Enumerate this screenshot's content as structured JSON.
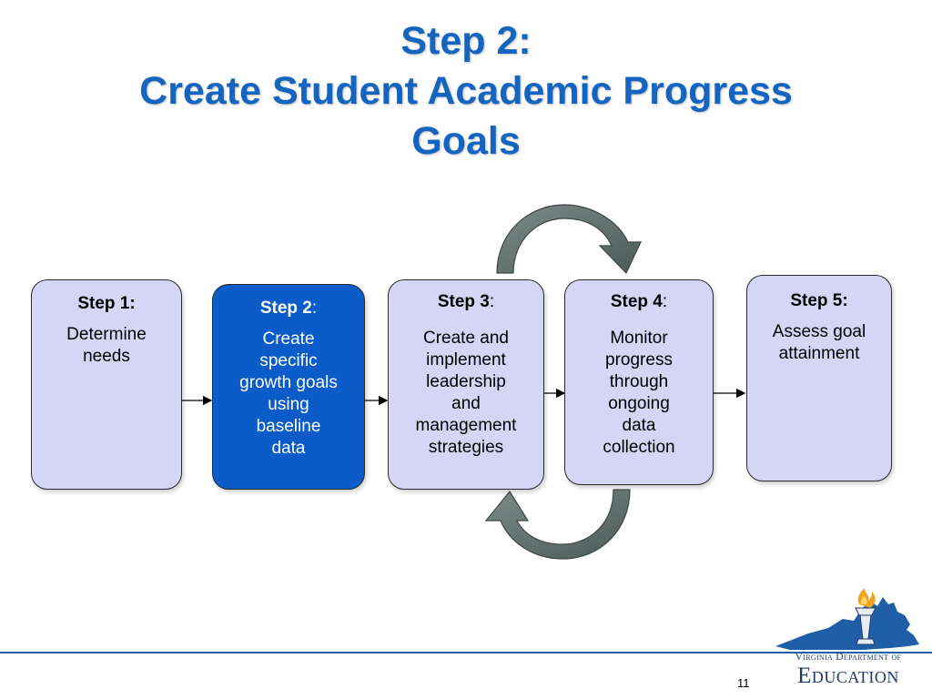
{
  "slide": {
    "title_line1": "Step 2:",
    "title_line2": "Create Student Academic Progress",
    "title_line3": "Goals",
    "page_number": "11"
  },
  "steps": [
    {
      "head": "Step 1:",
      "head_bold": "Step 1",
      "head_rest": ":",
      "text": [
        "Determine",
        "needs"
      ]
    },
    {
      "head_bold": "Step 2",
      "head_rest": ":",
      "text": [
        "Create",
        "specific",
        "growth goals",
        "using",
        "baseline",
        "data"
      ]
    },
    {
      "head_bold": "Step 3",
      "head_rest": ":",
      "text": [
        "Create and",
        "implement",
        "leadership",
        "and",
        "management",
        "strategies"
      ]
    },
    {
      "head_bold": "Step 4",
      "head_rest": ":",
      "text": [
        "Monitor",
        "progress",
        "through",
        "ongoing",
        "data",
        "collection"
      ]
    },
    {
      "head_bold": "Step 5",
      "head_rest": ":",
      "text": [
        "Assess goal",
        "attainment"
      ]
    }
  ],
  "active_step": 2,
  "colors": {
    "title": "#1565C0",
    "step_fill": "#D5D5F6",
    "active_fill": "#0B5CC8",
    "loop_arrow": "#5B6B68",
    "footer_line": "#1F5FA8"
  },
  "logo": {
    "line1": "Virginia Department of",
    "line2": "Education"
  }
}
